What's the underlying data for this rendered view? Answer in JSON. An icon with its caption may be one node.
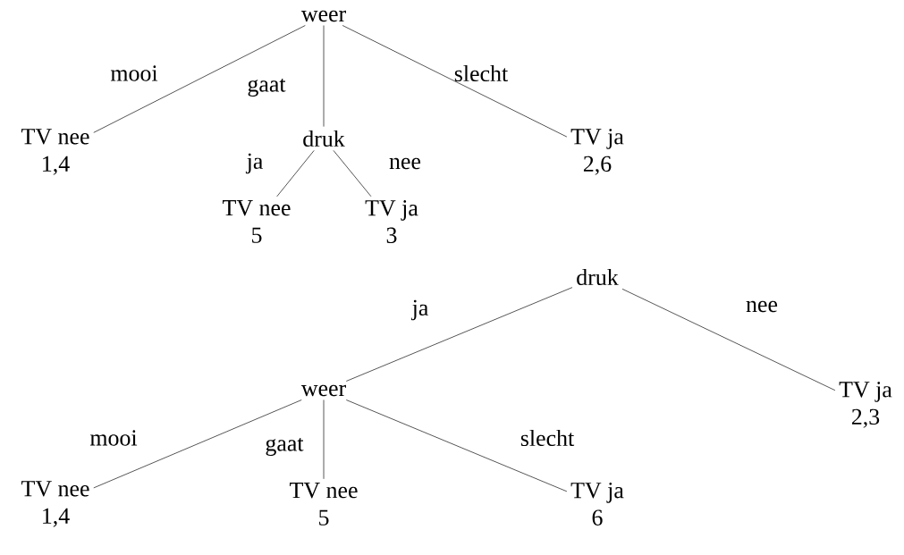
{
  "diagram": {
    "nodes": [
      {
        "text": [
          "weer"
        ]
      },
      {
        "text": [
          "TV nee",
          "1,4"
        ]
      },
      {
        "text": [
          "druk"
        ]
      },
      {
        "text": [
          "TV ja",
          "2,6"
        ]
      },
      {
        "text": [
          "TV nee",
          "5"
        ]
      },
      {
        "text": [
          "TV ja",
          "3"
        ]
      },
      {
        "text": [
          "druk"
        ]
      },
      {
        "text": [
          "weer"
        ]
      },
      {
        "text": [
          "TV ja",
          "2,3"
        ]
      },
      {
        "text": [
          "TV nee",
          "1,4"
        ]
      },
      {
        "text": [
          "TV nee",
          "5"
        ]
      },
      {
        "text": [
          "TV ja",
          "6"
        ]
      }
    ],
    "edges": [
      {
        "from": 0,
        "to": 1,
        "arrow": "none",
        "label": "mooi"
      },
      {
        "from": 0,
        "to": 2,
        "arrow": "none",
        "label": "gaat"
      },
      {
        "from": 0,
        "to": 3,
        "arrow": "none",
        "label": "slecht"
      },
      {
        "from": 2,
        "to": 4,
        "arrow": "none",
        "label": "ja"
      },
      {
        "from": 2,
        "to": 5,
        "arrow": "none",
        "label": "nee"
      },
      {
        "from": 6,
        "to": 7,
        "arrow": "none",
        "label": "ja"
      },
      {
        "from": 6,
        "to": 8,
        "arrow": "none",
        "label": "nee"
      },
      {
        "from": 7,
        "to": 9,
        "arrow": "none",
        "label": "mooi"
      },
      {
        "from": 7,
        "to": 10,
        "arrow": "none",
        "label": "gaat"
      },
      {
        "from": 7,
        "to": 11,
        "arrow": "none",
        "label": "slecht"
      }
    ]
  }
}
